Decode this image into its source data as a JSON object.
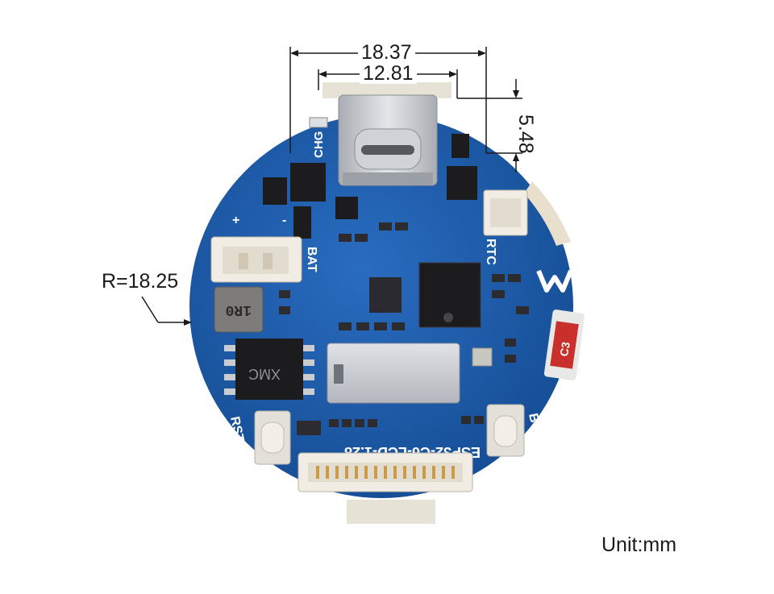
{
  "dimensions": {
    "width_outer": "18.37",
    "width_inner": "12.81",
    "height_usb": "5.48",
    "radius": "R=18.25",
    "unit": "Unit:mm"
  },
  "silkscreen": {
    "chg": "CHG",
    "bat": "BAT",
    "rtc": "RTC",
    "rst": "RST",
    "boot": "BOOT",
    "model": "ESP32-C6-LCD-1.28",
    "inductor": "1R0",
    "flash_brand": "XMC",
    "antenna": "C3",
    "plus": "+",
    "minus": "-"
  },
  "colors": {
    "pcb": "#1f5fb0",
    "pcb_edge": "#2c6fc4",
    "ic": "#1c1c1f",
    "connector": "#f1ece4",
    "metal": "#c9ccd0",
    "copper": "#c89a4a",
    "antenna": "#c9302c"
  }
}
